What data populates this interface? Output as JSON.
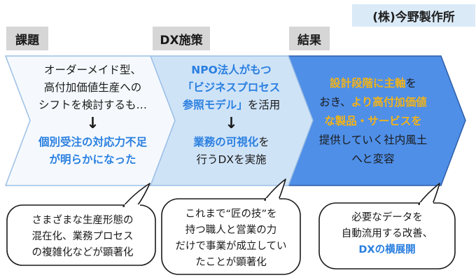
{
  "company": "(株)今野製作所",
  "labels": {
    "issue": "課題",
    "dx": "DX施策",
    "result": "結果"
  },
  "issue": {
    "line1": "オーダーメイド型、",
    "line2": "高付加価値生産への",
    "line3": "シフトを検討するも…",
    "arrow": "↓",
    "highlight1": "個別受注の対応力不足",
    "highlight2": "が明らかになった"
  },
  "dx": {
    "line1": "NPO法人がもつ",
    "line2": "「ビジネスプロセス",
    "line3a": "参照モデル」",
    "line3b": "を活用",
    "arrow": "↓",
    "line4a": "業務の可視化",
    "line4b": "を",
    "line5": "行うDXを実施"
  },
  "result": {
    "line1a": "設計段階に主軸",
    "line1b": "を",
    "line2a": "おき、",
    "line2b": "より高付加価値",
    "line3": "な製品・サービスを",
    "line4": "提供していく社内風土",
    "line5": "へと変容"
  },
  "bubbles": {
    "b1": [
      "さまざまな生産形態の",
      "混在化、業務プロセス",
      "の複雑化などが顕著化"
    ],
    "b2": [
      "これまで“匠の技”を",
      "持つ職人と営業の力",
      "だけで事業が成立してい",
      "たことが顕著化"
    ],
    "b3_line1": "必要なデータを",
    "b3_line2": "自動流用する改善、",
    "b3_highlight": "DXの横展開"
  },
  "colors": {
    "arrow1_fill": "#f5f9fd",
    "arrow2_fill": "#cfe3f7",
    "arrow3_fill": "#4f8fe8",
    "blue_text": "#2a7fe0",
    "orange_text": "#f2b318",
    "label_bg": "#d6d6d6",
    "company_bg": "#dbeaf7"
  }
}
